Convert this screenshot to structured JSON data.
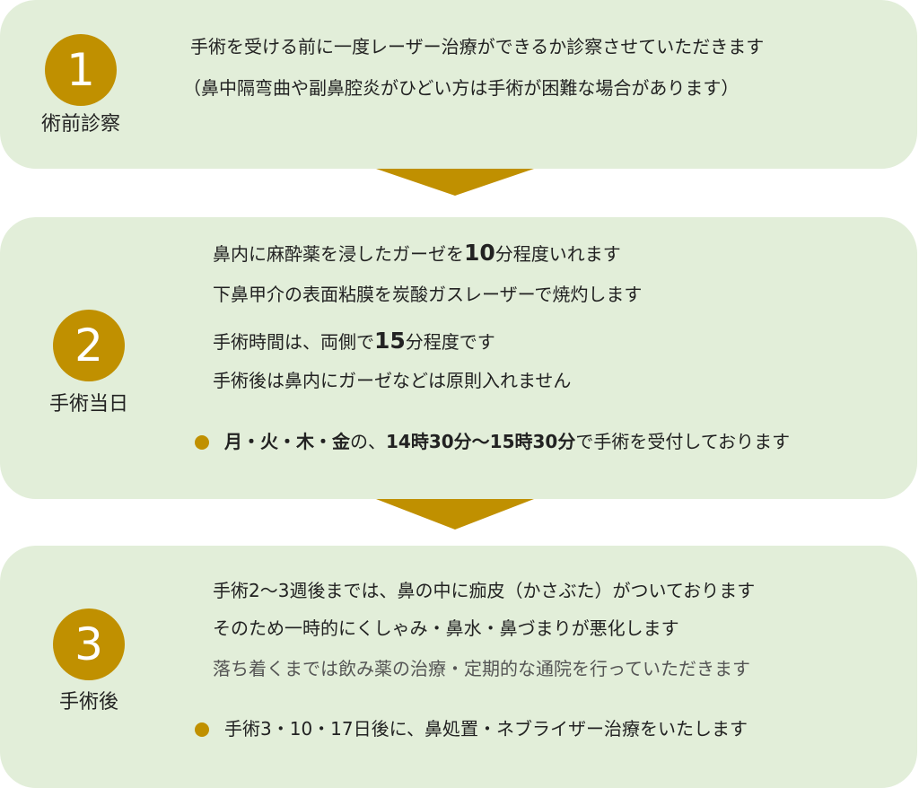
{
  "colors": {
    "bg": "#e2eed9",
    "accent": "#c09000"
  },
  "step1": {
    "number": "1",
    "label": "術前診察",
    "lines": [
      "手術を受ける前に一度レーザー治療ができるか診察させていただきます",
      "（鼻中隔弯曲や副鼻腔炎がひどい方は手術が困難な場合があります）"
    ]
  },
  "step2": {
    "number": "2",
    "label": "手術当日",
    "l1": {
      "a": "鼻内に麻酔薬を浸したガーゼを",
      "n": "10",
      "b": "分程度いれます"
    },
    "l2": "下鼻甲介の表面粘膜を炭酸ガスレーザーで焼灼します",
    "l3": {
      "a": "手術時間は、両側で",
      "n": "15",
      "b": "分程度です"
    },
    "l4": "手術後は鼻内にガーゼなどは原則入れません",
    "note": {
      "days": "月・火・木・金",
      "a": "の、",
      "time": "14時30分〜15時30分",
      "b": "で手術を受付しております"
    }
  },
  "step3": {
    "number": "3",
    "label": "手術後",
    "lines": [
      "手術2〜3週後までは、鼻の中に痂皮（かさぶた）がついております",
      "そのため一時的にくしゃみ・鼻水・鼻づまりが悪化します",
      "落ち着くまでは飲み薬の治療・定期的な通院を行っていただきます"
    ],
    "note": "手術3・10・17日後に、鼻処置・ネブライザー治療をいたします"
  }
}
